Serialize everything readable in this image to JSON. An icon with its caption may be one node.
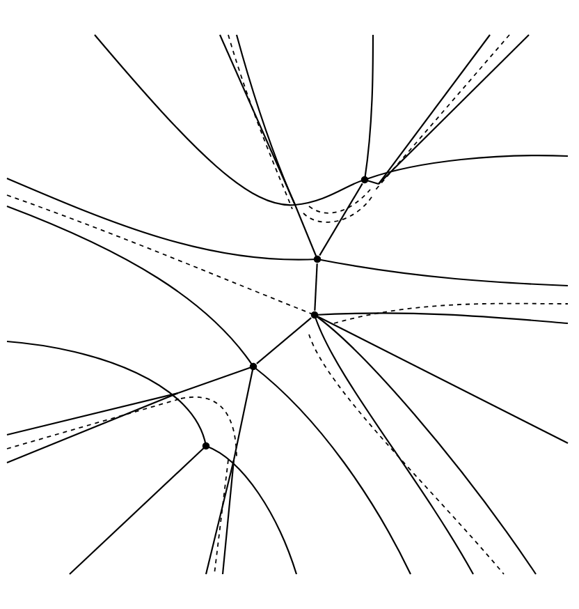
{
  "diagram": {
    "nodes": [
      {
        "text": [],
        "shape": "circle"
      },
      {
        "text": [],
        "shape": "circle"
      },
      {
        "text": [],
        "shape": "circle"
      },
      {
        "text": [],
        "shape": "circle"
      },
      {
        "text": [],
        "shape": "circle"
      }
    ],
    "edges": [
      {
        "from": 0,
        "to": 1,
        "arrow": "none"
      },
      {
        "from": 1,
        "to": 2,
        "arrow": "none"
      },
      {
        "from": 2,
        "to": 3,
        "arrow": "none"
      }
    ]
  }
}
